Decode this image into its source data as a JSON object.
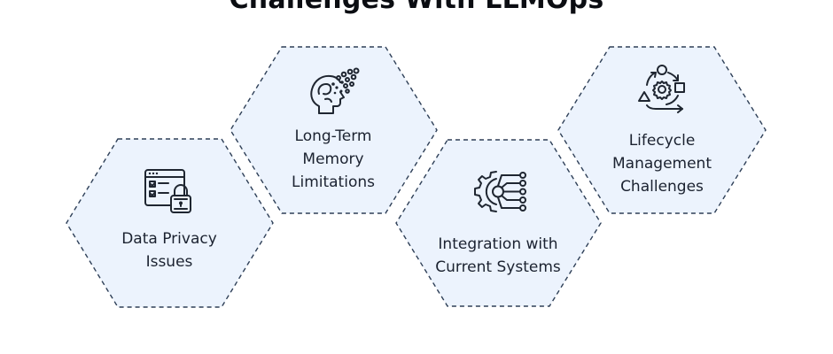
{
  "title": "Challenges With LLMOps",
  "challenges": [
    {
      "line1": "Data Privacy",
      "line2": "Issues",
      "line3": "",
      "icon": "browser-lock-icon"
    },
    {
      "line1": "Long-Term",
      "line2": "Memory",
      "line3": "Limitations",
      "icon": "head-memory-icon"
    },
    {
      "line1": "Integration with",
      "line2": "Current Systems",
      "line3": "",
      "icon": "gear-circuit-icon"
    },
    {
      "line1": "Lifecycle",
      "line2": "Management",
      "line3": "Challenges",
      "icon": "lifecycle-cycle-icon"
    }
  ],
  "colors": {
    "hex_fill": "#ecf3fd",
    "hex_stroke": "#2e3f57",
    "text": "#1b2230"
  }
}
